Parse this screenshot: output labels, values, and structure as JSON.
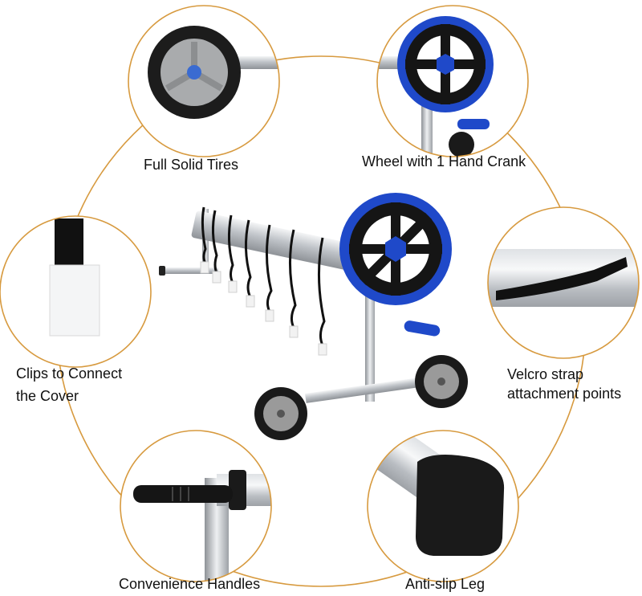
{
  "labels": {
    "full_solid_tires": "Full Solid Tires",
    "wheel_hand_crank": "Wheel with 1 Hand Crank",
    "clips_line1": "Clips to Connect",
    "clips_line2": "the Cover",
    "velcro_line1": "Velcro strap",
    "velcro_line2": "attachment points",
    "handles": "Convenience Handles",
    "antislip": "Anti-slip Leg"
  },
  "colors": {
    "accent_ring": "#d79a3f",
    "wheel_blue": "#1f49c9",
    "wheel_black": "#151515",
    "frame_silver": "#c9ccd0"
  }
}
